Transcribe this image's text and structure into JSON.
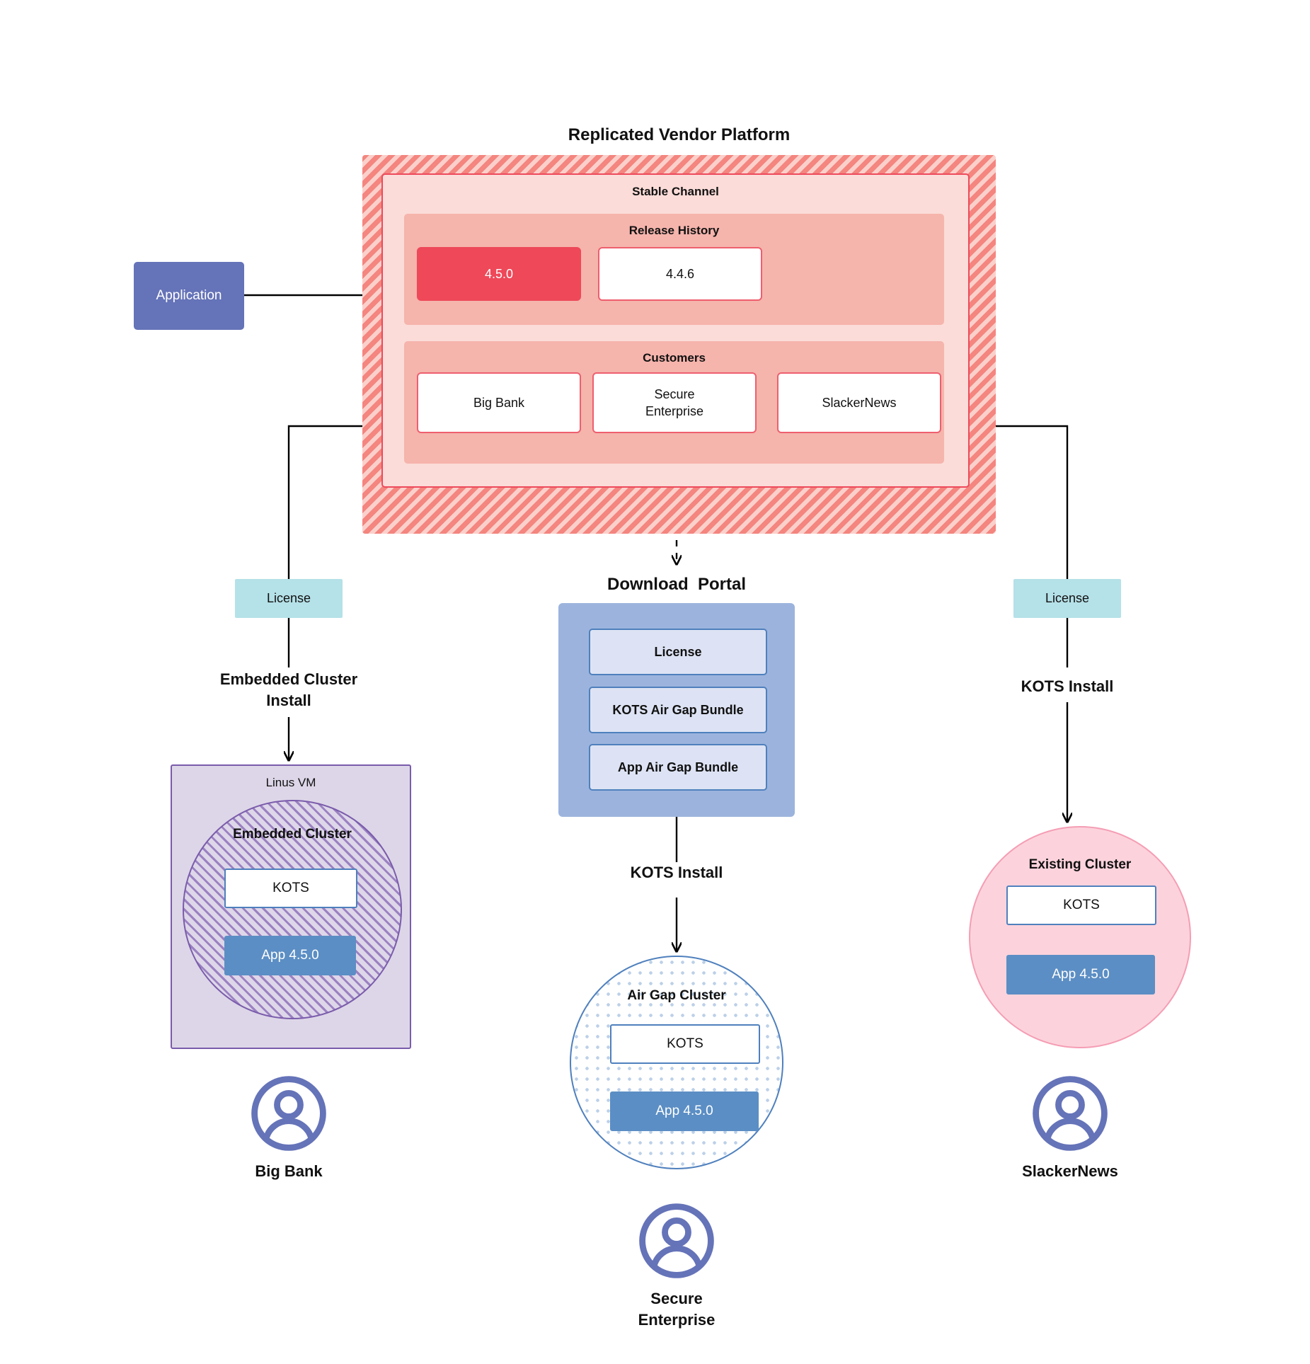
{
  "diagram": {
    "title": "Replicated Vendor Platform",
    "download_portal_title": "Download  Portal"
  },
  "application": {
    "label": "Application"
  },
  "vendor_platform": {
    "channel": {
      "name": "Stable Channel",
      "release_history": {
        "heading": "Release History",
        "releases": [
          {
            "version": "4.5.0",
            "state": "current"
          },
          {
            "version": "4.4.6",
            "state": "previous"
          }
        ]
      },
      "customers": {
        "heading": "Customers",
        "items": [
          {
            "name": "Big Bank"
          },
          {
            "name": "Secure\nEnterprise"
          },
          {
            "name": "SlackerNews"
          }
        ]
      }
    }
  },
  "download_portal": {
    "items": [
      {
        "label": "License"
      },
      {
        "label": "KOTS Air Gap Bundle"
      },
      {
        "label": "App Air Gap Bundle"
      }
    ]
  },
  "branches": {
    "left": {
      "license_label": "License",
      "install_label": "Embedded Cluster\nInstall",
      "host_label": "Linus VM",
      "cluster_label": "Embedded Cluster",
      "kots_label": "KOTS",
      "app_label": "App 4.5.0",
      "persona": "Big Bank"
    },
    "middle": {
      "install_label": "KOTS Install",
      "cluster_label": "Air Gap Cluster",
      "kots_label": "KOTS",
      "app_label": "App 4.5.0",
      "persona": "Secure\nEnterprise"
    },
    "right": {
      "license_label": "License",
      "install_label": "KOTS Install",
      "cluster_label": "Existing Cluster",
      "kots_label": "KOTS",
      "app_label": "App 4.5.0",
      "persona": "SlackerNews"
    }
  },
  "colors": {
    "platform_hatch": "#f4857f",
    "channel_bg": "#fbdcd8",
    "band_bg": "#f5b4ac",
    "release_current": "#ee4859",
    "accent_red_border": "#ee5f6e",
    "application_blue": "#6573b8",
    "license_cyan": "#b5e1e8",
    "portal_blue": "#9cb4dd",
    "portal_item_bg": "#dde3f4",
    "kots_border_blue": "#4f80bd",
    "app_blue": "#5b8ec4",
    "vm_purple_bg": "#ddd6e8",
    "vm_purple_border": "#7a5cab",
    "existing_cluster_bg": "#fcd3dc",
    "existing_cluster_border": "#f59db4",
    "avatar_blue": "#6573b8"
  }
}
